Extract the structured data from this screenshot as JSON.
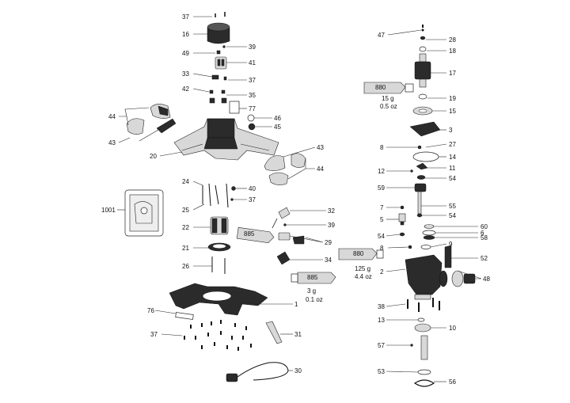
{
  "labels": {
    "l37a": "37",
    "l16": "16",
    "l39a": "39",
    "l49": "49",
    "l41": "41",
    "l33": "33",
    "l37b": "37",
    "l42": "42",
    "l35": "35",
    "l77": "77",
    "l46": "46",
    "l45": "45",
    "l44a": "44",
    "l43a": "43",
    "l20": "20",
    "l43b": "43",
    "l44b": "44",
    "l24": "24",
    "l40": "40",
    "l37c": "37",
    "l1001": "1001",
    "l25": "25",
    "l32": "32",
    "l39b": "39",
    "l22": "22",
    "l29": "29",
    "l21": "21",
    "l34": "34",
    "l26": "26",
    "l1": "1",
    "l76": "76",
    "l37d": "37",
    "l31": "31",
    "l30": "30",
    "l47": "47",
    "l28": "28",
    "l18": "18",
    "l17": "17",
    "l19": "19",
    "l15": "15",
    "l3": "3",
    "l8a": "8",
    "l27": "27",
    "l14": "14",
    "l12": "12",
    "l11": "11",
    "l59": "59",
    "l54a": "54",
    "l7": "7",
    "l55": "55",
    "l5": "5",
    "l54b": "54",
    "l54c": "54",
    "l60": "60",
    "l6": "6",
    "l58": "58",
    "l8b": "8",
    "l9": "9",
    "l52": "52",
    "l2": "2",
    "l48": "48",
    "l38": "38",
    "l13": "13",
    "l10": "10",
    "l57": "57",
    "l53": "53",
    "l56": "56"
  },
  "tubes": {
    "t1": {
      "code": "880",
      "amount": "15 g",
      "amount_oz": "0.5 oz"
    },
    "t2": {
      "code": "885"
    },
    "t3": {
      "code": "880",
      "amount": "125 g",
      "amount_oz": "4.4 oz"
    },
    "t4": {
      "code": "885",
      "amount": "3 g",
      "amount_oz": "0.1 oz"
    }
  },
  "colors": {
    "ink": "#111111",
    "part_dark": "#2b2b2b",
    "part_light": "#d8d8d8"
  }
}
